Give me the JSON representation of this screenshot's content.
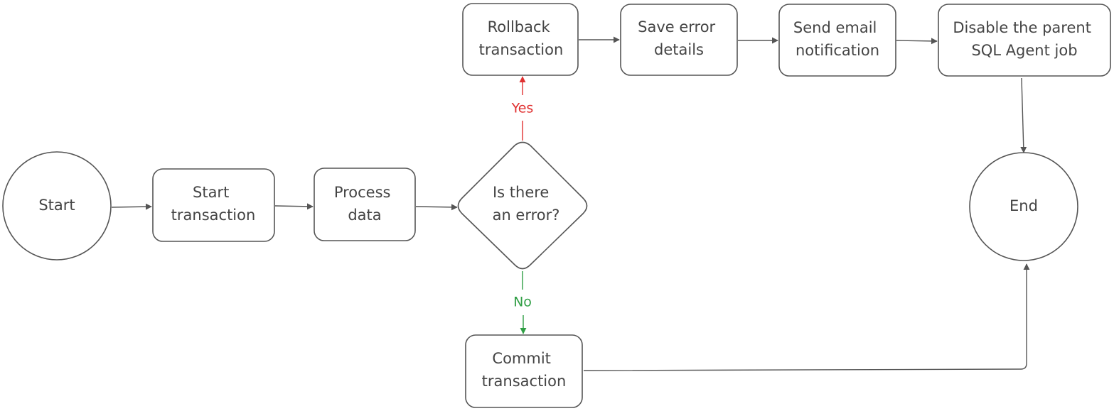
{
  "diagram": {
    "nodes": {
      "start": [
        "Start"
      ],
      "start_transaction": [
        "Start",
        "transaction"
      ],
      "process_data": [
        "Process",
        "data"
      ],
      "is_error": [
        "Is there",
        "an error?"
      ],
      "rollback": [
        "Rollback",
        "transaction"
      ],
      "save_error": [
        "Save error",
        "details"
      ],
      "send_email": [
        "Send email",
        "notification"
      ],
      "disable_job": [
        "Disable the parent",
        "SQL Agent job"
      ],
      "end": [
        "End"
      ],
      "commit": [
        "Commit",
        "transaction"
      ]
    },
    "edge_labels": {
      "yes": "Yes",
      "no": "No"
    },
    "colors": {
      "stroke": "#555555",
      "text": "#444444",
      "yes": "#e03131",
      "no": "#2f9e44"
    }
  }
}
